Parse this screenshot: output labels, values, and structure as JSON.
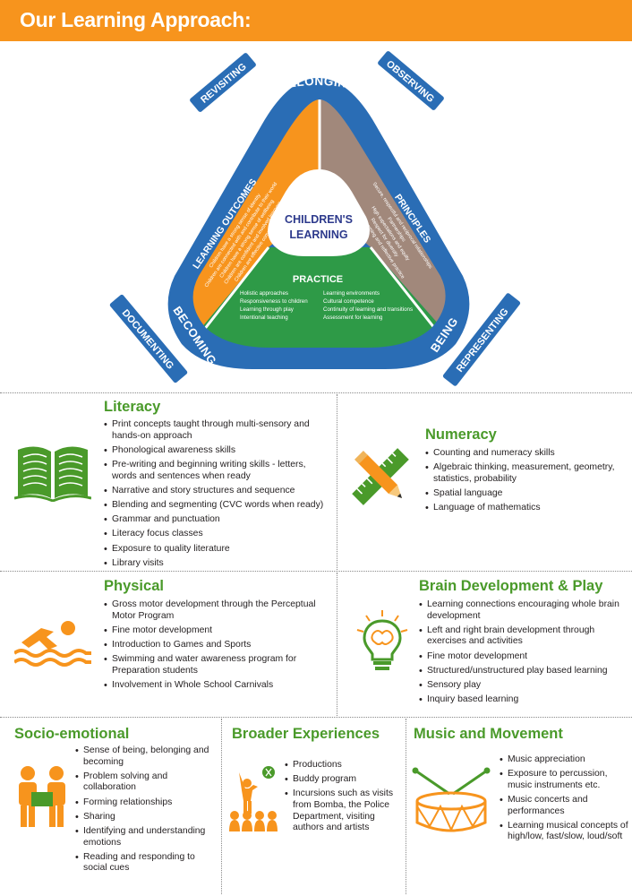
{
  "header": {
    "title": "Our Learning Approach:"
  },
  "diagram": {
    "center": [
      "CHILDREN'S",
      "LEARNING"
    ],
    "ring": {
      "top": "BELONGING",
      "left": "BECOMING",
      "right": "BEING"
    },
    "tags": {
      "top_left": "REVISITING",
      "top_right": "OBSERVING",
      "bottom_left": "DOCUMENTING",
      "bottom_right": "REPRESENTING"
    },
    "outcomes": {
      "title": "LEARNING OUTCOMES",
      "items": [
        "Children have a strong sense of identity",
        "Children are connected with and contribute to their world",
        "Children have a strong sense of wellbeing",
        "Children are confident and involved learners",
        "Children are effective communicators"
      ]
    },
    "principles": {
      "title": "PRINCIPLES",
      "items": [
        "Secure, respectful and reciprocal relationships",
        "Partnerships",
        "High expectations and equity",
        "Respect for diversity",
        "Ongoing learning and reflective practice"
      ]
    },
    "practice": {
      "title": "PRACTICE",
      "left": [
        "Holistic approaches",
        "Responsiveness to children",
        "Learning through play",
        "Intentional teaching"
      ],
      "right": [
        "Learning environments",
        "Cultural competence",
        "Continuity of learning and transitions",
        "Assessment for learning"
      ]
    }
  },
  "colors": {
    "orange": "#f7941d",
    "blue": "#2a6db5",
    "green": "#2e9a47",
    "taupe": "#a1887b",
    "title_green": "#4a9a2a"
  },
  "literacy": {
    "title": "Literacy",
    "icon": "open-book-icon",
    "items": [
      "Print concepts taught through multi-sensory and hands-on approach",
      "Phonological awareness skills",
      "Pre-writing and beginning writing skills - letters, words and sentences when ready",
      "Narrative and story structures and sequence",
      "Blending and segmenting (CVC words when ready)",
      "Grammar and punctuation",
      "Literacy focus classes",
      "Exposure to quality literature",
      "Library visits"
    ]
  },
  "numeracy": {
    "title": "Numeracy",
    "icon": "ruler-pencil-icon",
    "items": [
      "Counting and numeracy skills",
      "Algebraic thinking, measurement, geometry, statistics, probability",
      "Spatial language",
      "Language of mathematics"
    ]
  },
  "physical": {
    "title": "Physical",
    "icon": "swimmer-icon",
    "items": [
      "Gross motor development through the Perceptual Motor Program",
      "Fine motor development",
      "Introduction to Games and Sports",
      "Swimming and water awareness program for Preparation students",
      "Involvement in Whole School Carnivals"
    ]
  },
  "brain": {
    "title": "Brain Development & Play",
    "icon": "lightbulb-icon",
    "items": [
      "Learning connections encouraging whole brain development",
      "Left and right brain development through exercises and activities",
      "Fine motor development",
      "Structured/unstructured play based learning",
      "Sensory play",
      "Inquiry based learning"
    ]
  },
  "socio": {
    "title": "Socio-emotional",
    "icon": "children-icon",
    "items": [
      "Sense of being, belonging and becoming",
      "Problem solving and collaboration",
      "Forming relationships",
      "Sharing",
      "Identifying and understanding emotions",
      "Reading and responding to social cues"
    ]
  },
  "broader": {
    "title": "Broader Experiences",
    "icon": "audience-icon",
    "items": [
      "Productions",
      "Buddy program",
      "Incursions such as visits from Bomba, the Police Department, visiting authors and artists"
    ]
  },
  "music": {
    "title": "Music and Movement",
    "icon": "drum-icon",
    "items": [
      "Music appreciation",
      "Exposure to percussion, music instruments etc.",
      "Music concerts and performances",
      "Learning musical concepts of high/low, fast/slow, loud/soft"
    ]
  }
}
